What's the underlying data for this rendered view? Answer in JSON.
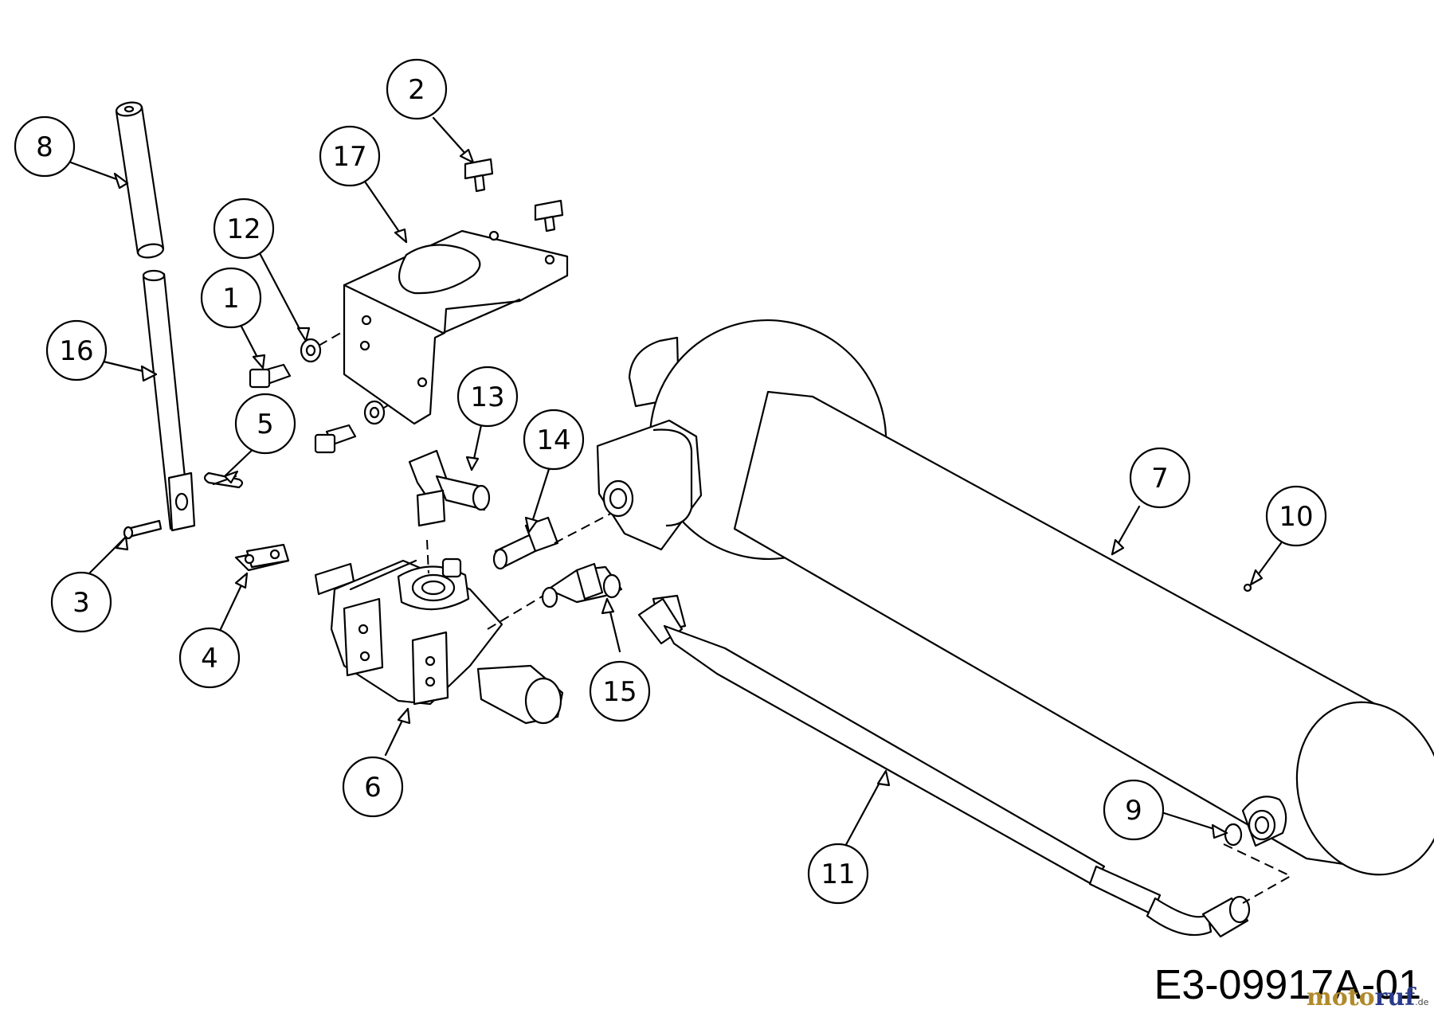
{
  "diagram_code": "E3-09917A-01",
  "watermark": {
    "part_a": "moto",
    "part_b": "ruf",
    "suffix": ".de",
    "color_a": "#b08a2a",
    "color_b": "#2a3a8a"
  },
  "callouts": [
    {
      "id": "c1",
      "label": "1"
    },
    {
      "id": "c2",
      "label": "2"
    },
    {
      "id": "c3",
      "label": "3"
    },
    {
      "id": "c4",
      "label": "4"
    },
    {
      "id": "c5",
      "label": "5"
    },
    {
      "id": "c6",
      "label": "6"
    },
    {
      "id": "c7",
      "label": "7"
    },
    {
      "id": "c8",
      "label": "8"
    },
    {
      "id": "c9",
      "label": "9"
    },
    {
      "id": "c10",
      "label": "10"
    },
    {
      "id": "c11",
      "label": "11"
    },
    {
      "id": "c12",
      "label": "12"
    },
    {
      "id": "c13",
      "label": "13"
    },
    {
      "id": "c14",
      "label": "14"
    },
    {
      "id": "c15",
      "label": "15"
    },
    {
      "id": "c16",
      "label": "16"
    },
    {
      "id": "c17",
      "label": "17"
    }
  ]
}
